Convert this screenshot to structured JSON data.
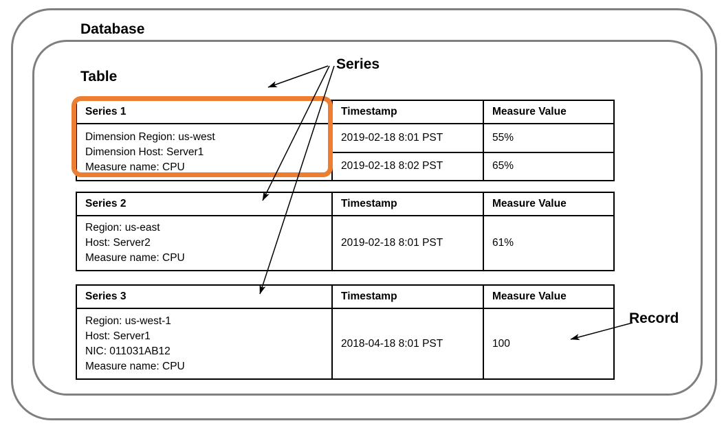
{
  "diagram": {
    "containers": {
      "database_label": "Database",
      "table_label": "Table"
    },
    "annotations": {
      "series_label": "Series",
      "record_label": "Record"
    },
    "colors": {
      "highlight": "#ED7D31",
      "container_border": "#7f7f7f",
      "table_border": "#000000"
    },
    "columns": {
      "series": "Series",
      "timestamp": "Timestamp",
      "measure_value": "Measure Value"
    },
    "series_tables": [
      {
        "name": "Series 1",
        "timestamp_header": "Timestamp",
        "measure_header": "Measure Value",
        "attributes": [
          "Dimension Region: us-west",
          "Dimension Host: Server1",
          "Measure name: CPU"
        ],
        "records": [
          {
            "timestamp": "2019-02-18 8:01 PST",
            "measure_value": "55%"
          },
          {
            "timestamp": "2019-02-18 8:02 PST",
            "measure_value": "65%"
          }
        ],
        "highlighted": true
      },
      {
        "name": "Series 2",
        "timestamp_header": "Timestamp",
        "measure_header": "Measure Value",
        "attributes": [
          "Region: us-east",
          "Host: Server2",
          "Measure name: CPU"
        ],
        "records": [
          {
            "timestamp": "2019-02-18 8:01 PST",
            "measure_value": "61%"
          }
        ],
        "highlighted": false
      },
      {
        "name": "Series 3",
        "timestamp_header": "Timestamp",
        "measure_header": "Measure Value",
        "attributes": [
          "Region: us-west-1",
          "Host: Server1",
          "NIC: 011031AB12",
          "Measure name: CPU"
        ],
        "records": [
          {
            "timestamp": "2018-04-18 8:01 PST",
            "measure_value": "100"
          }
        ],
        "highlighted": false
      }
    ]
  }
}
